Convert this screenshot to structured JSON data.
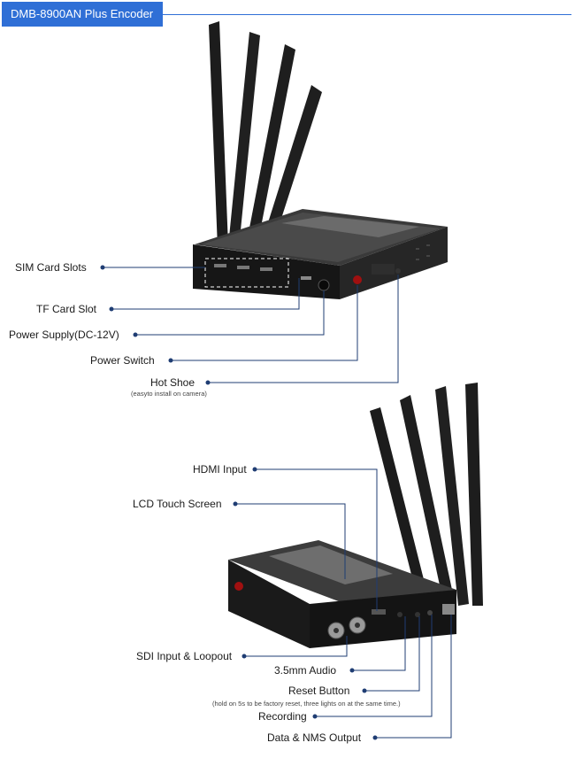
{
  "header": {
    "title": "DMB-8900AN Plus Encoder"
  },
  "top_callouts": {
    "sim_card_slots": "SIM Card Slots",
    "tf_card_slot": "TF Card Slot",
    "power_supply": "Power Supply(DC-12V)",
    "power_switch": "Power Switch",
    "hot_shoe": "Hot Shoe",
    "hot_shoe_note": "(easyto install on camera)"
  },
  "bottom_callouts": {
    "hdmi_input": "HDMI Input",
    "lcd_touch_screen": "LCD Touch Screen",
    "sdi_input_loopout": "SDI Input & Loopout",
    "audio_35mm": "3.5mm Audio",
    "reset_button": "Reset Button",
    "reset_note": "(hold on 5s to be factory reset, three lights on at the same time.)",
    "recording": "Recording",
    "data_nms_output": "Data & NMS Output"
  },
  "colors": {
    "accent": "#2f6fd6",
    "leader": "#1f3d73",
    "device": "#1b1b1b"
  }
}
